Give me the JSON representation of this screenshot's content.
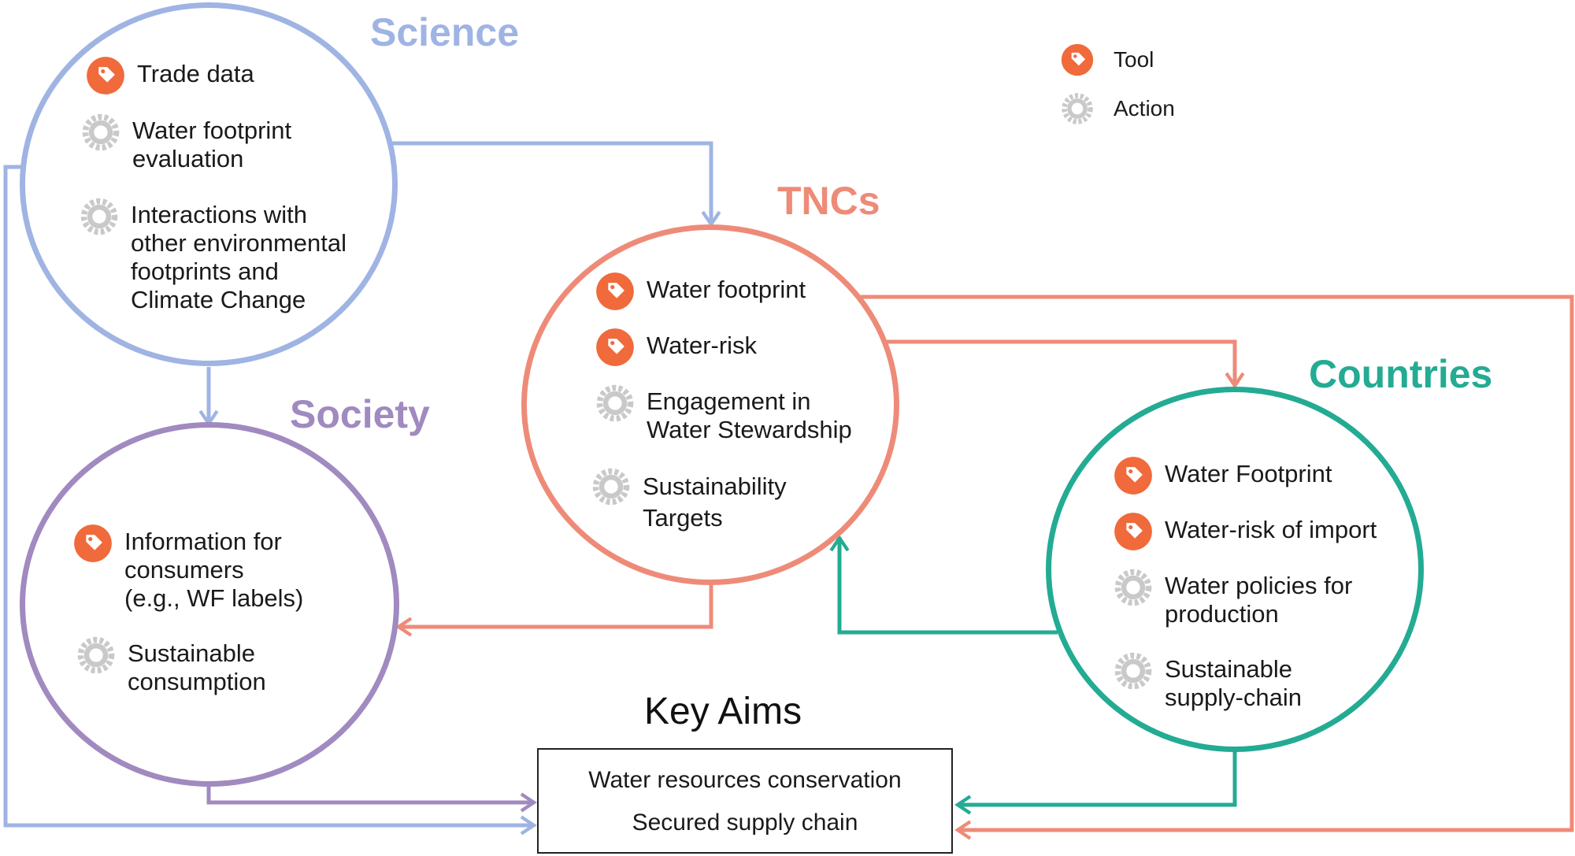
{
  "colors": {
    "science": "#9fb4e3",
    "society": "#a08ac0",
    "tncs": "#ee8b78",
    "countries": "#23ab93",
    "tool_icon": "#f06a3b",
    "action_icon": "#c9c9c9"
  },
  "legend": {
    "tool": {
      "label": "Tool",
      "icon": "tag-icon"
    },
    "action": {
      "label": "Action",
      "icon": "gear-icon"
    }
  },
  "science": {
    "title": "Science",
    "items": [
      {
        "icon": "tag-icon",
        "text": "Trade data"
      },
      {
        "icon": "gear-icon",
        "text": "Water footprint\nevaluation"
      },
      {
        "icon": "gear-icon",
        "text": "Interactions with\nother environmental\nfootprints and\nClimate Change"
      }
    ]
  },
  "society": {
    "title": "Society",
    "items": [
      {
        "icon": "tag-icon",
        "text": "Information for\nconsumers\n(e.g., WF labels)"
      },
      {
        "icon": "gear-icon",
        "text": "Sustainable\nconsumption"
      }
    ]
  },
  "tncs": {
    "title": "TNCs",
    "items": [
      {
        "icon": "tag-icon",
        "text": "Water footprint"
      },
      {
        "icon": "tag-icon",
        "text": "Water-risk"
      },
      {
        "icon": "gear-icon",
        "text": "Engagement in\nWater Stewardship"
      },
      {
        "icon": "gear-icon",
        "text": "Sustainability\nTargets"
      }
    ]
  },
  "countries": {
    "title": "Countries",
    "items": [
      {
        "icon": "tag-icon",
        "text": "Water Footprint"
      },
      {
        "icon": "tag-icon",
        "text": "Water-risk of import"
      },
      {
        "icon": "gear-icon",
        "text": "Water policies for\nproduction"
      },
      {
        "icon": "gear-icon",
        "text": "Sustainable\nsupply-chain"
      }
    ]
  },
  "key_aims": {
    "title": "Key Aims",
    "lines": [
      "Water resources conservation",
      "Secured supply chain"
    ]
  }
}
